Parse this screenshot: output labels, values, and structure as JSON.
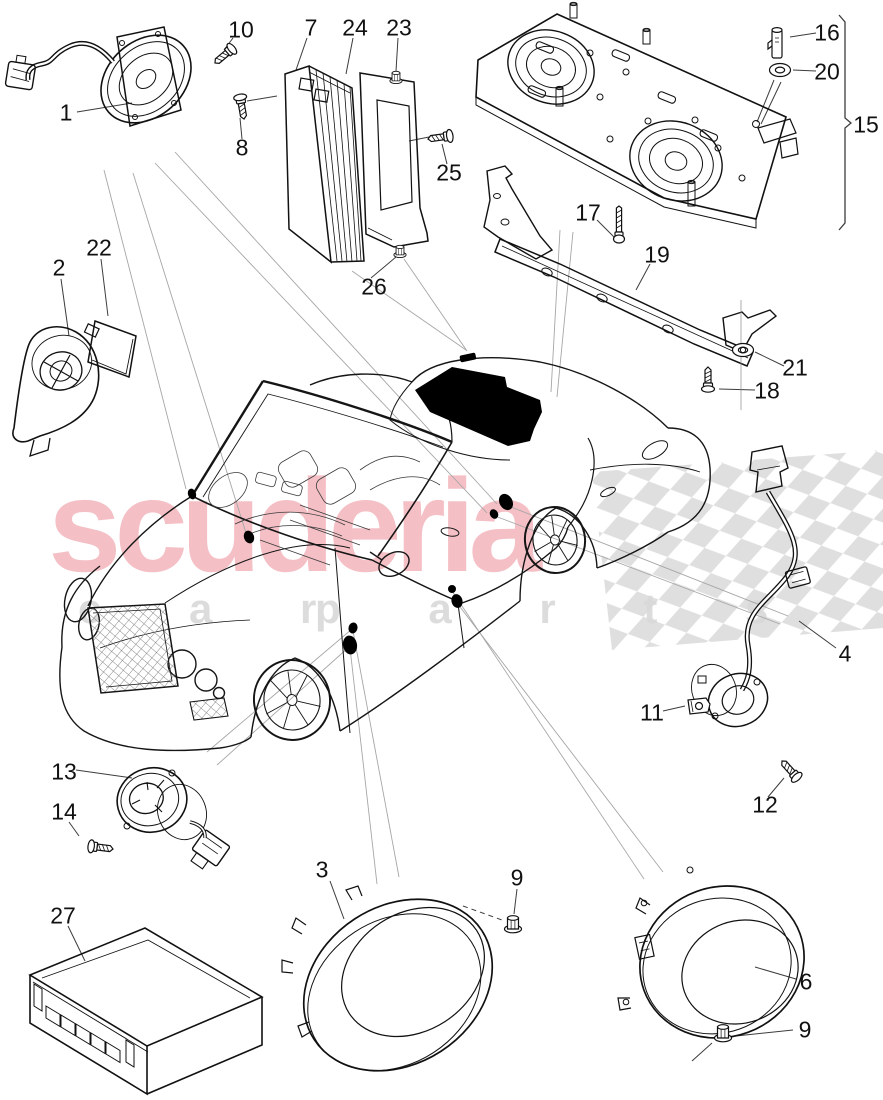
{
  "watermark": {
    "brand_text": "scuderia",
    "word_left": "c a r",
    "word_right": "p a r t s",
    "brand_color": "#f4c0c6",
    "gray_color": "#dcdcdc",
    "checker_color": "#d9d9d9"
  },
  "callouts": [
    {
      "label": "1",
      "part": "door-speaker-with-harness"
    },
    {
      "label": "10",
      "part": "screw"
    },
    {
      "label": "8",
      "part": "screw"
    },
    {
      "label": "7",
      "part": "amplifier"
    },
    {
      "label": "24",
      "part": "amplifier-bracket"
    },
    {
      "label": "23",
      "part": "nut"
    },
    {
      "label": "25",
      "part": "screw"
    },
    {
      "label": "26",
      "part": "nut"
    },
    {
      "label": "16",
      "part": "retaining-pin"
    },
    {
      "label": "20",
      "part": "washer"
    },
    {
      "label": "15",
      "part": "subwoofer-plate-assembly"
    },
    {
      "label": "17",
      "part": "long-screw"
    },
    {
      "label": "19",
      "part": "support-bracket"
    },
    {
      "label": "21",
      "part": "nut-washer"
    },
    {
      "label": "18",
      "part": "screw"
    },
    {
      "label": "2",
      "part": "tweeter-pod"
    },
    {
      "label": "22",
      "part": "gasket-pad"
    },
    {
      "label": "4",
      "part": "rear-speaker-with-cable"
    },
    {
      "label": "11",
      "part": "clip-nut"
    },
    {
      "label": "12",
      "part": "screw"
    },
    {
      "label": "13",
      "part": "speaker-adapter"
    },
    {
      "label": "14",
      "part": "screw"
    },
    {
      "label": "27",
      "part": "cd-changer-unit"
    },
    {
      "label": "3",
      "part": "oval-speaker-enclosure"
    },
    {
      "label": "9",
      "part": "flange-nut"
    },
    {
      "label": "6",
      "part": "round-speaker"
    },
    {
      "label": "9",
      "part": "flange-nut"
    }
  ]
}
